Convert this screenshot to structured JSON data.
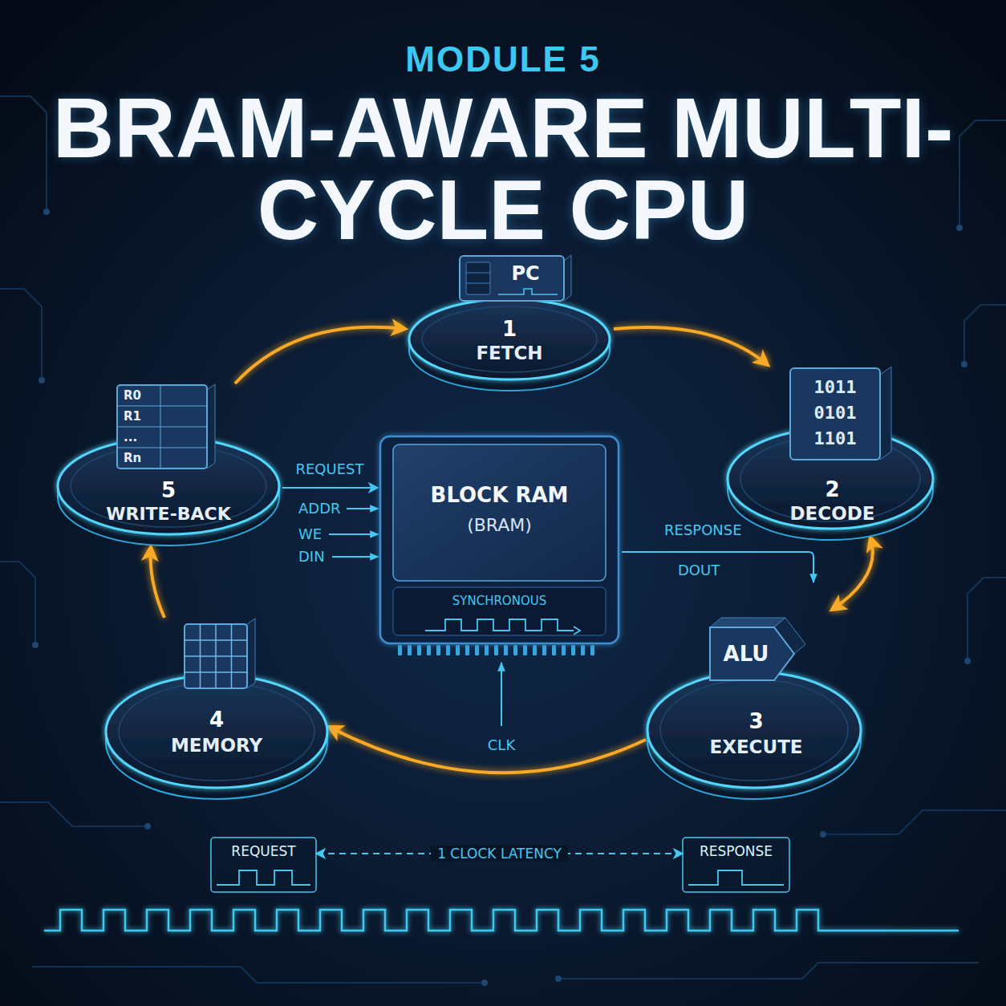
{
  "diagram": {
    "title": "BRAM-AWARE MULTI-CYCLE CPU",
    "nodes": [
      {
        "text": [
          "PC",
          "1",
          "FETCH"
        ]
      },
      {
        "text": [
          "R0",
          "R1",
          "...",
          "Rn",
          "5",
          "WRITE-BACK"
        ]
      },
      {
        "text": [
          "BLOCK RAM",
          "(BRAM)",
          "SYNCHRONOUS"
        ]
      },
      {
        "text": [
          "1011 0101 1101",
          "2",
          "DECODE"
        ]
      },
      {
        "text": [
          "4",
          "MEMORY"
        ]
      },
      {
        "text": [
          "ALU",
          "3",
          "EXECUTE"
        ]
      },
      {
        "text": [
          "REQUEST"
        ]
      },
      {
        "text": [
          "RESPONSE"
        ]
      }
    ],
    "edges": [
      {
        "from": 1,
        "to": 0,
        "arrow": "to"
      },
      {
        "from": 0,
        "to": 3,
        "arrow": "to"
      },
      {
        "from": 3,
        "to": 5,
        "arrow": "both"
      },
      {
        "from": 5,
        "to": 4,
        "arrow": "to"
      },
      {
        "from": 4,
        "to": 1,
        "arrow": "to"
      },
      {
        "from": 1,
        "to": 2,
        "label": "REQUEST",
        "arrow": "to"
      },
      {
        "from": 6,
        "to": 7,
        "label": "1 CLOCK LATENCY",
        "arrow": "both"
      }
    ],
    "labels": [
      "MODULE 5",
      "ADDR",
      "WE",
      "DIN",
      "RESPONSE",
      "DOUT",
      "CLK"
    ]
  }
}
